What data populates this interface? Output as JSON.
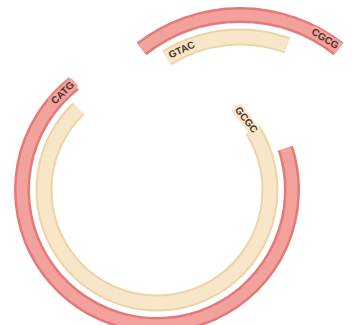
{
  "diagram": {
    "labels": [
      "CATG",
      "GTAC",
      "GCGC",
      "CGCG"
    ]
  }
}
